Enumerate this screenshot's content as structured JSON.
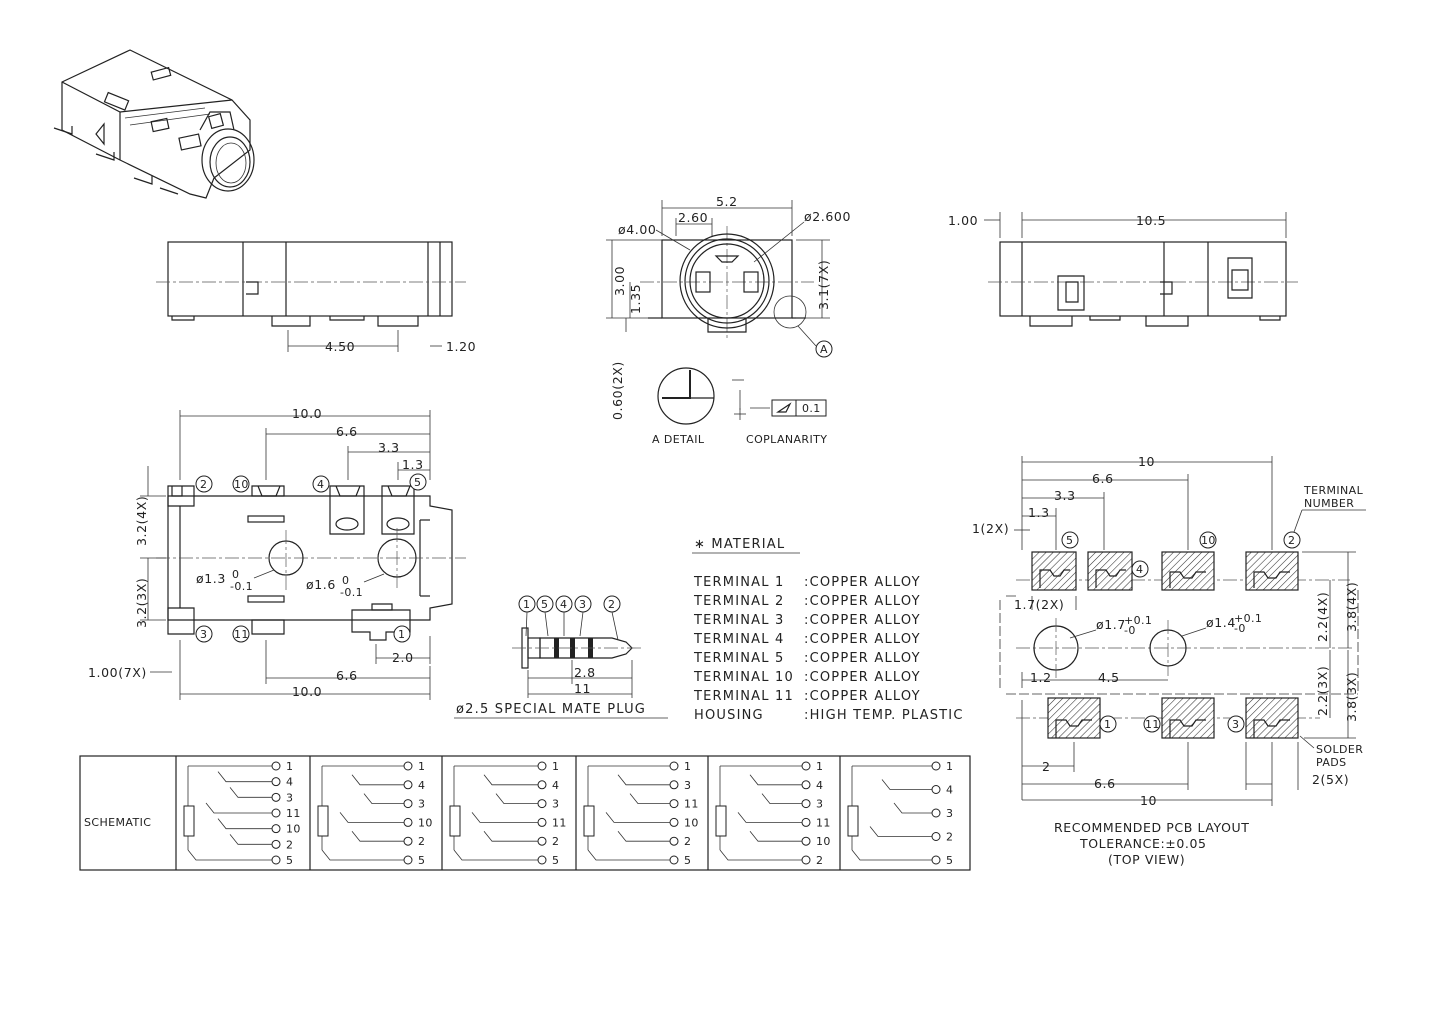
{
  "dimensions": {
    "top_w": "5.2",
    "top_a": "2.60",
    "top_b": "ø2.600",
    "top_c": "ø4.00",
    "top_h1": "3.00",
    "top_h2": "1.35",
    "top_h3": "3.1(7X)",
    "top_h4": "0.60(2X)",
    "side_a": "4.50",
    "side_b": "1.20",
    "right_a": "1.00",
    "right_b": "10.5",
    "fp_w1": "10.0",
    "fp_w2": "6.6",
    "fp_w3": "3.3",
    "fp_w4": "1.3",
    "fp_h1": "3.2(4X)",
    "fp_h2": "3.2(3X)",
    "fp_h3": "1.00(7X)",
    "fp_hole1": "ø1.3",
    "fp_hole1_tol": "0\n-0.1",
    "fp_hole2": "ø1.6",
    "fp_hole2_tol": "0\n-0.1",
    "fp_b1": "2.0",
    "fp_b2": "6.6",
    "fp_b3": "10.0",
    "plug_a": "2.8",
    "plug_b": "11",
    "pcb_w1": "10",
    "pcb_w2": "6.6",
    "pcb_w3": "3.3",
    "pcb_w4": "1.3",
    "pcb_a": "1(2X)",
    "pcb_b": "1.7(2X)",
    "pcb_hole1": "ø1.7",
    "pcb_hole2": "ø1.4",
    "pcb_c": "1.2",
    "pcb_d": "4.5",
    "pcb_v1": "2.2(4X)",
    "pcb_v2": "3.8(4X)",
    "pcb_v3": "2.2(3X)",
    "pcb_v4": "3.8(3X)",
    "pcb_e": "2",
    "pcb_f": "6.6",
    "pcb_g": "10",
    "pcb_h": "2(5X)"
  },
  "labels": {
    "detail_a": "A DETAIL",
    "coplanarity": "COPLANARITY",
    "coplanarity_val": "0.1",
    "datum_a": "A",
    "mate_plug": "ø2.5 SPECIAL MATE PLUG",
    "terminal_number_1": "TERMINAL",
    "terminal_number_2": "NUMBER",
    "solder_pads_1": "SOLDER",
    "solder_pads_2": "PADS",
    "pcb_title": "RECOMMENDED PCB LAYOUT",
    "pcb_tol": "TOLERANCE:±0.05",
    "pcb_view": "(TOP VIEW)",
    "schematic": "SCHEMATIC"
  },
  "material": {
    "title": "∗ MATERIAL",
    "rows": [
      [
        "TERMINAL 1",
        ":COPPER ALLOY"
      ],
      [
        "TERMINAL 2",
        ":COPPER ALLOY"
      ],
      [
        "TERMINAL 3",
        ":COPPER ALLOY"
      ],
      [
        "TERMINAL 4",
        ":COPPER ALLOY"
      ],
      [
        "TERMINAL 5",
        ":COPPER ALLOY"
      ],
      [
        "TERMINAL 10",
        ":COPPER ALLOY"
      ],
      [
        "TERMINAL 11",
        ":COPPER ALLOY"
      ],
      [
        "HOUSING",
        ":HIGH TEMP. PLASTIC"
      ]
    ]
  },
  "pins": {
    "fp_top": [
      "2",
      "10",
      "4",
      "5"
    ],
    "fp_bottom": [
      "3",
      "11",
      "1"
    ],
    "plug": [
      "1",
      "5",
      "4",
      "3",
      "2"
    ],
    "pcb_top": [
      "5",
      "4",
      "10",
      "2"
    ],
    "pcb_bottom": [
      "1",
      "11",
      "3"
    ]
  },
  "schematic_cells": [
    [
      "1",
      "4",
      "3",
      "11",
      "10",
      "2",
      "5"
    ],
    [
      "1",
      "4",
      "3",
      "10",
      "2",
      "5"
    ],
    [
      "1",
      "4",
      "3",
      "11",
      "2",
      "5"
    ],
    [
      "1",
      "3",
      "11",
      "10",
      "2",
      "5"
    ],
    [
      "1",
      "4",
      "3",
      "11",
      "10",
      "2"
    ],
    [
      "1",
      "4",
      "3",
      "2",
      "5"
    ]
  ]
}
